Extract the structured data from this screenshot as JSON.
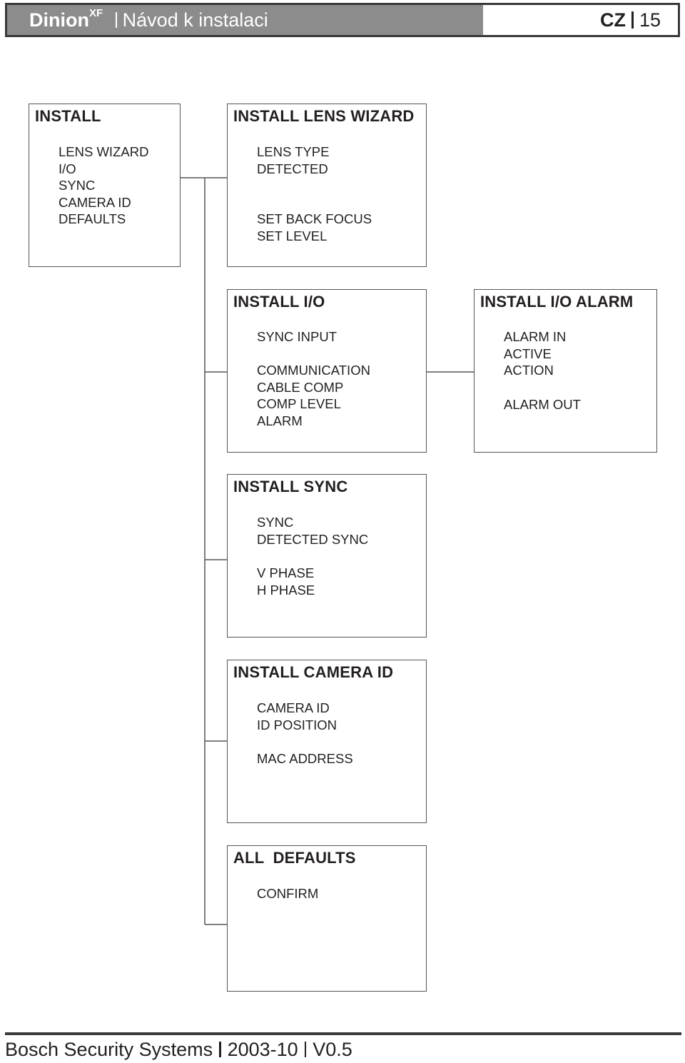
{
  "header": {
    "brand": "Dinion",
    "brand_sup": "XF",
    "title": "Návod k instalaci",
    "language": "CZ",
    "page_number": "15"
  },
  "menus": {
    "install": {
      "title": "INSTALL",
      "items": [
        "LENS WIZARD",
        "I/O",
        "SYNC",
        "CAMERA ID",
        "DEFAULTS"
      ]
    },
    "lens_wizard": {
      "title": "INSTALL LENS WIZARD",
      "items": [
        "LENS TYPE",
        "DETECTED",
        "SET BACK FOCUS",
        "SET LEVEL"
      ]
    },
    "io": {
      "title": "INSTALL I/O",
      "items": [
        "SYNC INPUT",
        "COMMUNICATION",
        "CABLE COMP",
        "COMP LEVEL",
        "ALARM"
      ]
    },
    "io_alarm": {
      "title": "INSTALL I/O ALARM",
      "items": [
        "ALARM IN",
        "ACTIVE",
        "ACTION",
        "ALARM OUT"
      ]
    },
    "sync": {
      "title": "INSTALL SYNC",
      "items": [
        "SYNC",
        "DETECTED SYNC",
        "V PHASE",
        "H PHASE"
      ]
    },
    "camera_id": {
      "title": "INSTALL CAMERA ID",
      "items": [
        "CAMERA ID",
        "ID POSITION",
        "MAC ADDRESS"
      ]
    },
    "defaults": {
      "title": "ALL  DEFAULTS",
      "items": [
        "CONFIRM"
      ]
    }
  },
  "footer": {
    "company": "Bosch Security Systems",
    "date": "2003-10",
    "version": "V0.5"
  }
}
